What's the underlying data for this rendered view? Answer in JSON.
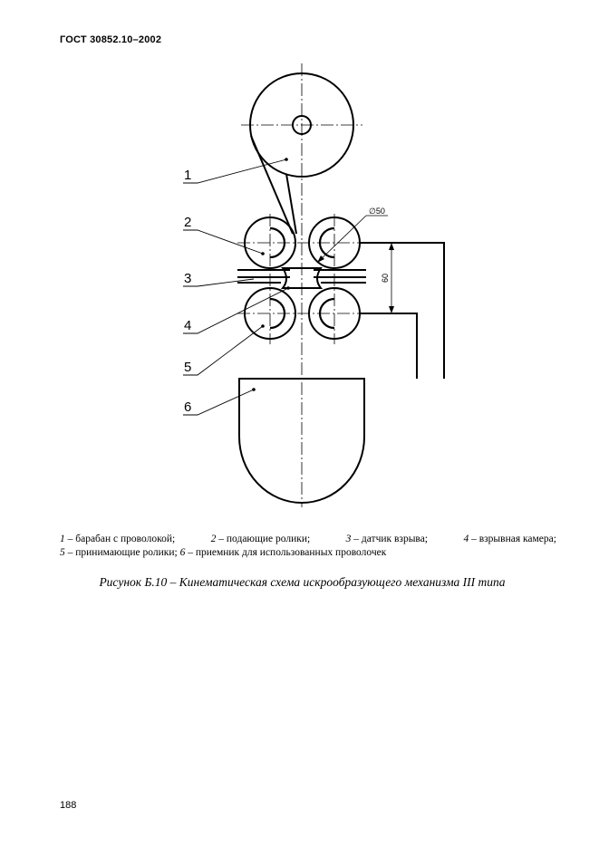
{
  "header": {
    "title": "ГОСТ 30852.10–2002"
  },
  "figure": {
    "labels": [
      "1",
      "2",
      "3",
      "4",
      "5",
      "6"
    ],
    "dimension_diameter": "∅50",
    "dimension_height": "60"
  },
  "legend": {
    "items": [
      {
        "num": "1",
        "text": " – барабан с проволокой;"
      },
      {
        "num": "2",
        "text": " – подающие ролики;"
      },
      {
        "num": "3",
        "text": " – датчик взрыва;"
      },
      {
        "num": "4",
        "text": " – взрывная камера;"
      },
      {
        "num": "5",
        "text": " – принимающие ролики;"
      },
      {
        "num": "6",
        "text": " – приемник для использованных проволочек"
      }
    ]
  },
  "caption": "Рисунок Б.10 – Кинематическая схема искрообразующего механизма III типа",
  "page_number": "188"
}
